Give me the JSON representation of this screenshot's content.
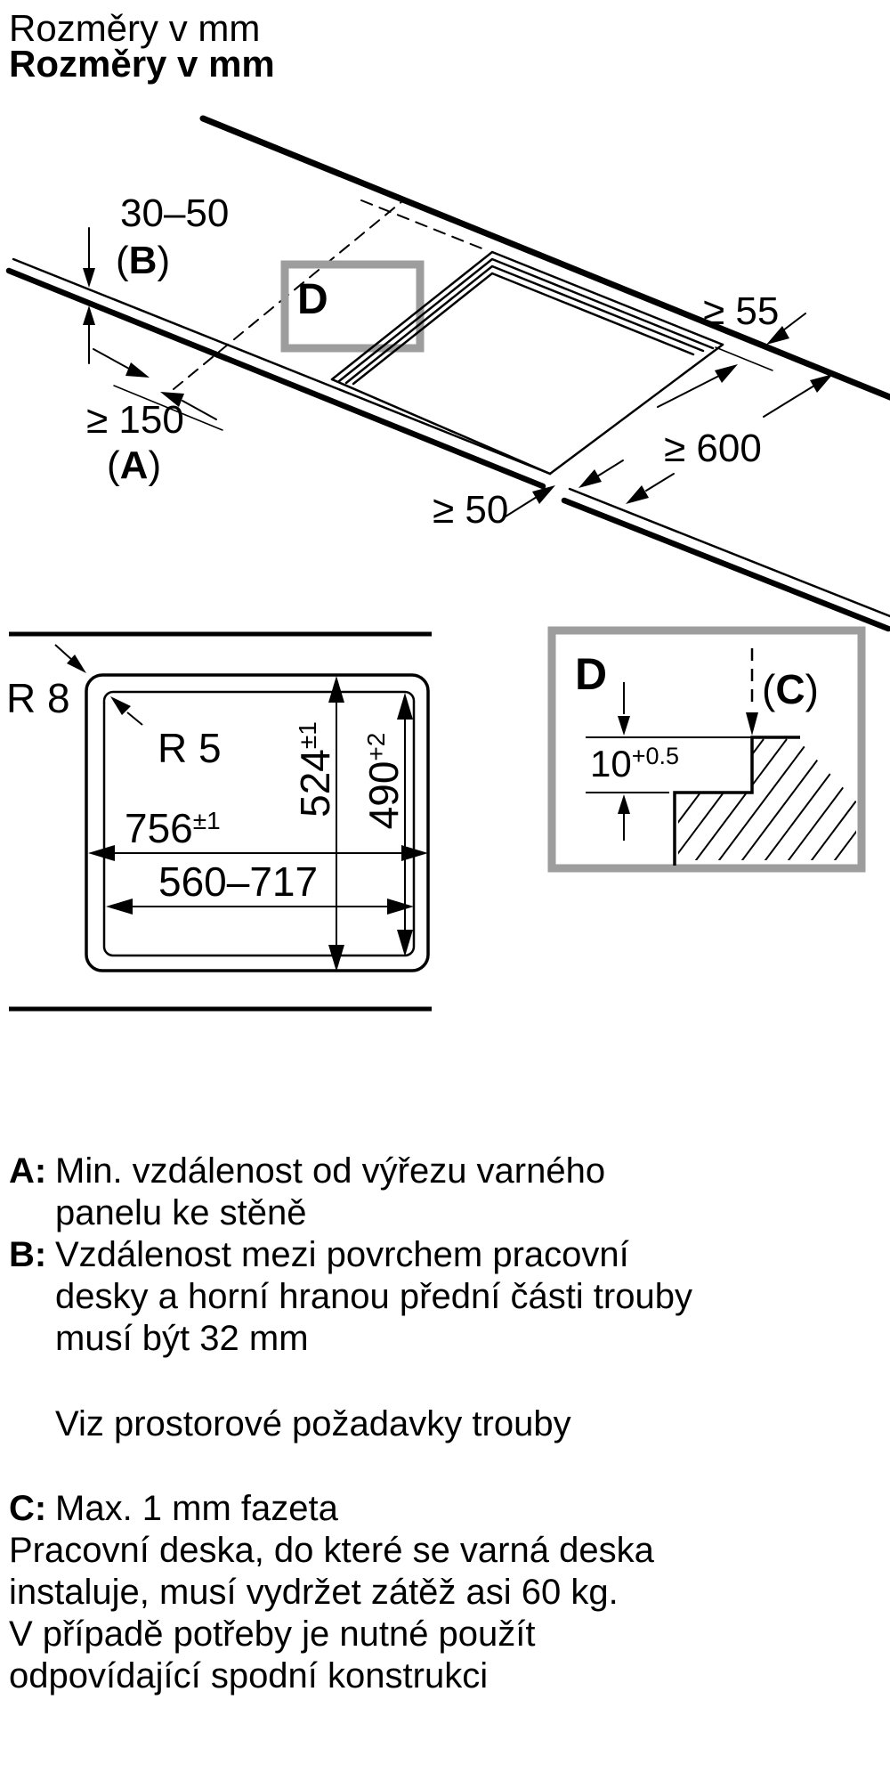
{
  "title": {
    "line1": "Rozměry v mm",
    "line2": "Rozměry v mm"
  },
  "iso": {
    "dim_thickness": "30–50",
    "ref_b_open": "(",
    "ref_b_letter": "B",
    "ref_b_close": ")",
    "dim_side": "≥ 150",
    "ref_a_open": "(",
    "ref_a_letter": "A",
    "ref_a_close": ")",
    "dim_back": "≥ 55",
    "dim_depth": "≥ 600",
    "dim_front": "≥ 50",
    "detail_marker": "D"
  },
  "plan": {
    "radius_outer": "R 8",
    "radius_inner": "R 5",
    "hob_width": "756",
    "hob_width_tol": "±1",
    "hob_depth": "524",
    "hob_depth_tol": "±1",
    "cutout_depth": "490",
    "cutout_depth_tol": "+2",
    "cutout_width": "560–717"
  },
  "detail": {
    "marker": "D",
    "ref_c_open": "(",
    "ref_c_letter": "C",
    "ref_c_close": ")",
    "step_depth": "10",
    "step_depth_tol": "+0.5"
  },
  "notes": [
    {
      "key": "A:",
      "lines": [
        "Min. vzdálenost od výřezu varného",
        "panelu ke stěně"
      ]
    },
    {
      "key": "B:",
      "lines": [
        "Vzdálenost mezi povrchem pracovní",
        "desky a horní hranou přední části trouby",
        "musí být 32 mm"
      ]
    },
    {
      "key": "",
      "lines": [
        "Viz prostorové požadavky trouby"
      ]
    },
    {
      "key": "C:",
      "lines": [
        "Max. 1 mm fazeta"
      ]
    },
    {
      "key": "",
      "lines": [
        "Pracovní deska, do které se varná deska",
        "instaluje, musí vydržet zátěž asi 60 kg.",
        "V případě potřeby je nutné použít",
        "odpovídající spodní konstrukci"
      ]
    }
  ],
  "colors": {
    "ink": "#000000",
    "detail_frame": "#9d9d9d"
  }
}
